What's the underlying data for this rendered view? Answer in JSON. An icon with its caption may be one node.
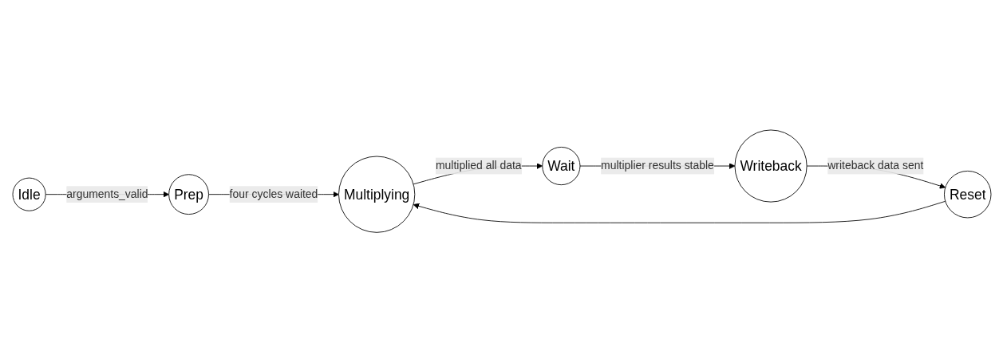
{
  "diagram": {
    "nodes": [
      {
        "text": [
          "Idle"
        ]
      },
      {
        "text": [
          "Prep"
        ]
      },
      {
        "text": [
          "Multiplying"
        ]
      },
      {
        "text": [
          "Wait"
        ]
      },
      {
        "text": [
          "Writeback"
        ]
      },
      {
        "text": [
          "Reset"
        ]
      }
    ],
    "edges": [
      {
        "from": 0,
        "to": 1,
        "arrow": "to",
        "label": "arguments_valid"
      },
      {
        "from": 1,
        "to": 2,
        "arrow": "to",
        "label": "four cycles waited"
      },
      {
        "from": 2,
        "to": 3,
        "arrow": "to",
        "label": "multiplied all data"
      },
      {
        "from": 3,
        "to": 4,
        "arrow": "to",
        "label": "multiplier results stable"
      },
      {
        "from": 4,
        "to": 5,
        "arrow": "to",
        "label": "writeback data sent"
      },
      {
        "from": 5,
        "to": 2,
        "arrow": "to"
      }
    ]
  }
}
